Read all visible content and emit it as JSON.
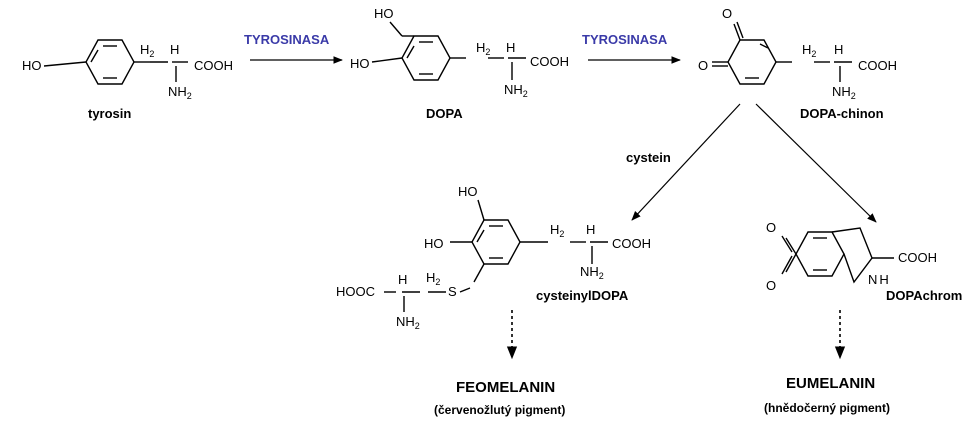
{
  "enzymes": {
    "step1": "TYROSINASA",
    "step2": "TYROSINASA"
  },
  "reagent": "cystein",
  "compounds": {
    "tyrosin": "tyrosin",
    "dopa": "DOPA",
    "dopa_chinon": "DOPA-chinon",
    "cysteinyldopa": "cysteinylDOPA",
    "dopachrom": "DOPAchrom"
  },
  "groups": {
    "ho": "HO",
    "cooh": "COOH",
    "hooc": "HOOC",
    "h2_h": "H",
    "h2_sub": "2",
    "h": "H",
    "nh2_n": "NH",
    "nh2_sub": "2",
    "o": "O",
    "s": "S",
    "nh": "N",
    "nh_h": "H"
  },
  "products": {
    "feomelanin": "FEOMELANIN",
    "feomelanin_note": "(červenožlutý pigment)",
    "eumelanin": "EUMELANIN",
    "eumelanin_note": "(hnědočerný pigment)"
  }
}
